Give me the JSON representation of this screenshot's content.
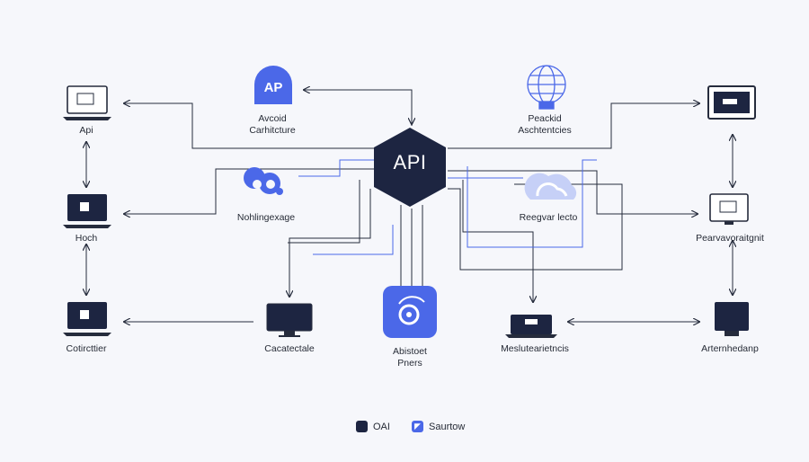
{
  "colors": {
    "dark": "#1d2541",
    "accent": "#4b68e8",
    "line_dark": "#262c3d",
    "line_blue": "#4b68e8"
  },
  "hub": {
    "label": "API"
  },
  "nodes": {
    "left_top": {
      "label": "Api"
    },
    "left_mid": {
      "label": "Hoch"
    },
    "left_bot": {
      "label": "Cotircttier"
    },
    "ap_node": {
      "icon": "AP",
      "line1": "Avcoid",
      "line2": "Carhitcture"
    },
    "cloud_gear_node": {
      "label": "Nohlingexage"
    },
    "monitor_mid": {
      "label": "Cacatectale"
    },
    "gear_node": {
      "line1": "Abistoet",
      "line2": "Pners"
    },
    "globe_node": {
      "line1": "Peackid",
      "line2": "Aschtentcies"
    },
    "cloud_node": {
      "label": "Reegvar lecto"
    },
    "laptop_mid": {
      "label": "Meslutearietncis"
    },
    "right_top": {
      "label": ""
    },
    "right_mid": {
      "label": "Pearvavoraitgnit"
    },
    "right_bot": {
      "label": "Arternhedanp"
    }
  },
  "legend": [
    {
      "label": "OAI",
      "color": "#1d2541"
    },
    {
      "label": "Saurtow",
      "color": "#4b68e8"
    }
  ]
}
